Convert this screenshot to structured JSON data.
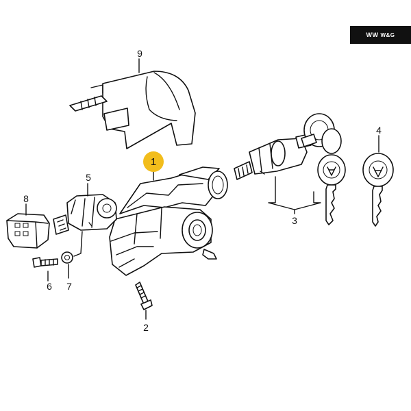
{
  "brand": {
    "logo": "WW",
    "text": "W&G"
  },
  "callouts": {
    "c1": "1",
    "c2": "2",
    "c3": "3",
    "c4": "4",
    "c5": "5",
    "c6": "6",
    "c7": "7",
    "c8": "8",
    "c9": "9"
  },
  "colors": {
    "highlight": "#f2bd1c",
    "brand_bg": "#111111",
    "line": "#111111"
  }
}
